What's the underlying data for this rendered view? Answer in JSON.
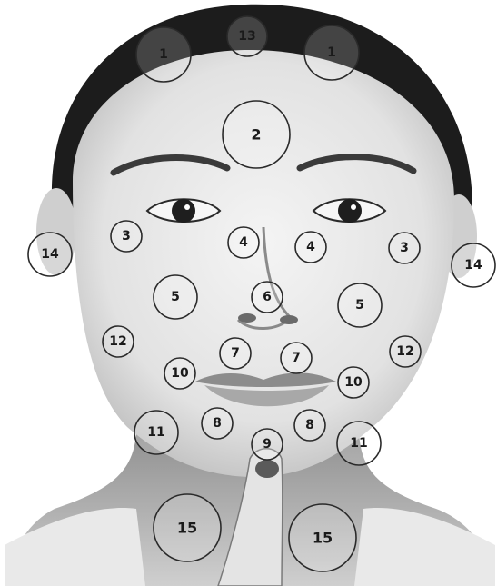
{
  "figure": {
    "description_visible": "",
    "zones": [
      {
        "label": "13"
      },
      {
        "label": "1"
      },
      {
        "label": "1"
      },
      {
        "label": "2"
      },
      {
        "label": "3"
      },
      {
        "label": "3"
      },
      {
        "label": "4"
      },
      {
        "label": "4"
      },
      {
        "label": "14"
      },
      {
        "label": "14"
      },
      {
        "label": "5"
      },
      {
        "label": "6"
      },
      {
        "label": "5"
      },
      {
        "label": "12"
      },
      {
        "label": "12"
      },
      {
        "label": "7"
      },
      {
        "label": "7"
      },
      {
        "label": "10"
      },
      {
        "label": "10"
      },
      {
        "label": "11"
      },
      {
        "label": "8"
      },
      {
        "label": "8"
      },
      {
        "label": "9"
      },
      {
        "label": "11"
      },
      {
        "label": "15"
      },
      {
        "label": "15"
      }
    ]
  }
}
